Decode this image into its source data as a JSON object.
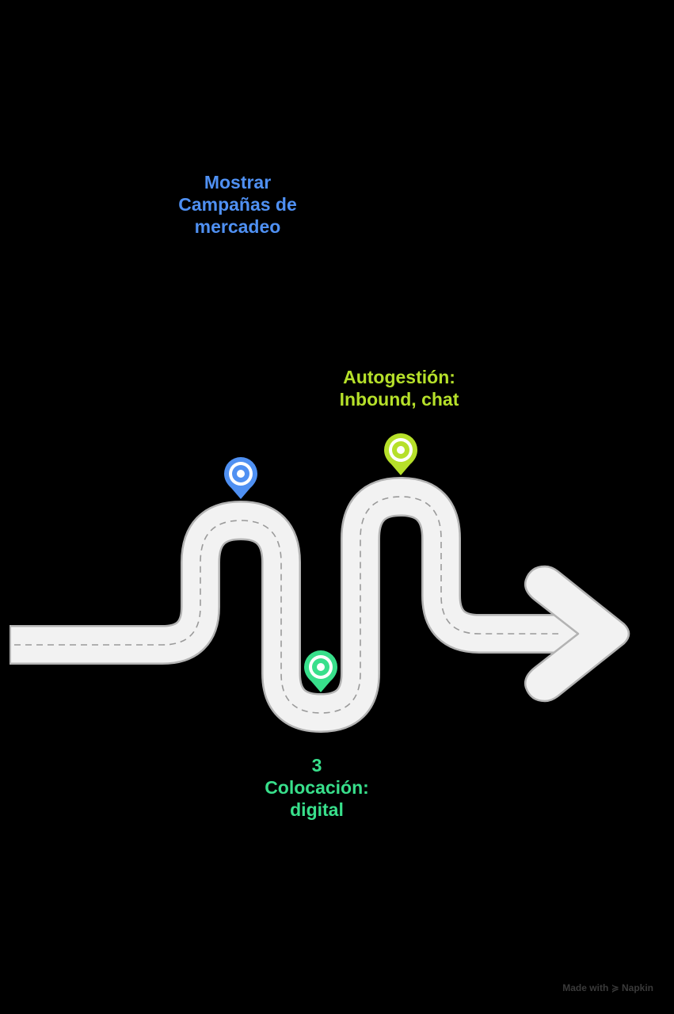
{
  "milestones": [
    {
      "id": 1,
      "lines": [
        "Mostrar",
        "Campañas de",
        "mercadeo"
      ],
      "color": "#4f90f2",
      "icon": "map-pin-icon"
    },
    {
      "id": 2,
      "lines": [
        "3",
        "Colocación:",
        "digital"
      ],
      "color": "#38df8b",
      "icon": "map-pin-icon"
    },
    {
      "id": 3,
      "lines": [
        "Autogestión:",
        "Inbound, chat"
      ],
      "color": "#b6e02a",
      "icon": "map-pin-icon"
    }
  ],
  "road": {
    "fill": "#f2f2f2",
    "edge": "#b3b3b3",
    "center_line": "#9a9a9a"
  },
  "footer": {
    "text": "Made with ≽ Napkin"
  }
}
